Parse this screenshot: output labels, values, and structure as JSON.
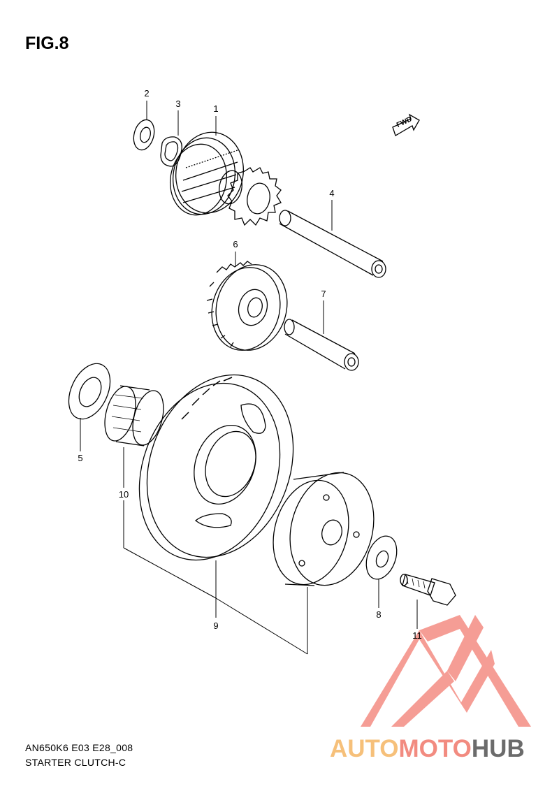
{
  "figure": {
    "title": "FIG.8",
    "model_code": "AN650K6 E03 E28_008",
    "name": "STARTER CLUTCH-C",
    "direction_label": "FWD"
  },
  "callouts": [
    {
      "id": "2",
      "label": "2"
    },
    {
      "id": "3",
      "label": "3"
    },
    {
      "id": "1",
      "label": "1"
    },
    {
      "id": "4",
      "label": "4"
    },
    {
      "id": "6",
      "label": "6"
    },
    {
      "id": "7",
      "label": "7"
    },
    {
      "id": "5",
      "label": "5"
    },
    {
      "id": "10",
      "label": "10"
    },
    {
      "id": "9",
      "label": "9"
    },
    {
      "id": "8",
      "label": "8"
    },
    {
      "id": "11",
      "label": "11"
    }
  ],
  "watermark": {
    "part1": "AUTO",
    "part2": "MOTO",
    "part3": "HUB",
    "colors": {
      "auto": "#f6c07a",
      "moto": "#f28b80",
      "hub": "#6b6b6b",
      "logo": "#f5938a"
    }
  }
}
